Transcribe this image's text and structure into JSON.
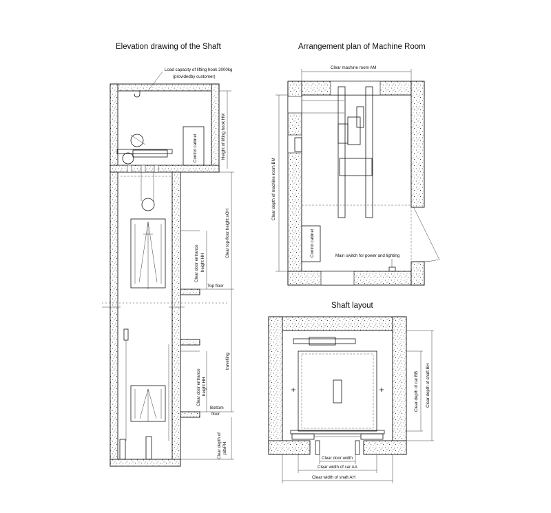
{
  "titles": {
    "elevation": "Elevation drawing of the Shaft",
    "machine_room": "Arrangement plan of Machine Room",
    "shaft_layout": "Shaft layout"
  },
  "elevation_labels": {
    "hook_capacity": "Load capacity of lifting hook 2000kg",
    "provided_by": "(providedby customer)",
    "control_cabinet": "Control cabinet",
    "hook_height": "Height of lifting hook HM",
    "top_floor_height": "Clear top-floor height ≥OH",
    "door_height_top": "Clear door entrance",
    "door_height_top_2": "height HH",
    "top_floor": "Top floor",
    "travelling": "travelling",
    "door_height_bottom": "Clear door entrance",
    "door_height_bottom_2": "height HH",
    "bottom_floor": "Bottom",
    "bottom_floor_2": "floor",
    "pit_depth": "Clear depth of",
    "pit_depth_2": "pit≥PH"
  },
  "machine_room_labels": {
    "room_width": "Clear machine room AM",
    "room_depth": "Clear depth of machine room BM",
    "control_cabinet": "Control cabinet",
    "main_switch": "Main switch for power and lighting"
  },
  "shaft_labels": {
    "car_depth": "Clear depth of car BB",
    "shaft_depth": "Clear depth of shaft BH",
    "door_width": "Clear door width",
    "car_width": "Clear width of car AA",
    "shaft_width": "Clear width of shaft AH"
  }
}
